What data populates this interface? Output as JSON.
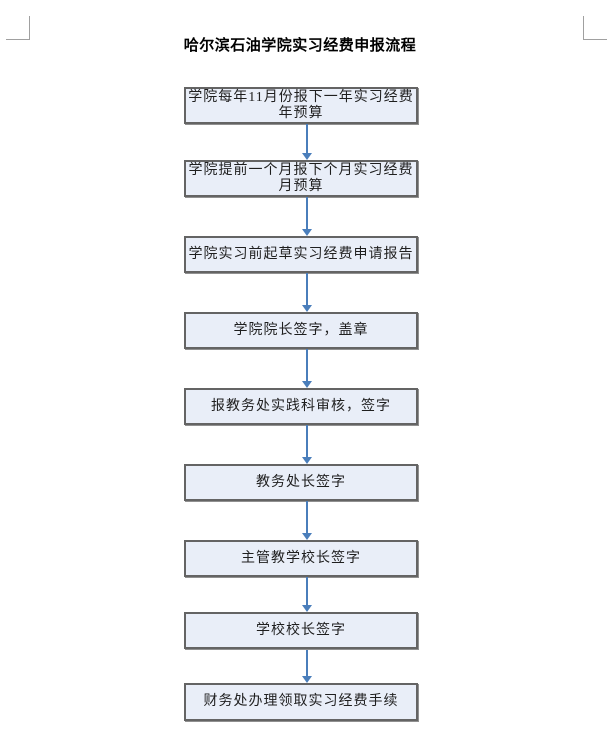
{
  "document": {
    "title": "哈尔滨石油学院实习经费申报流程"
  },
  "flowchart": {
    "type": "flowchart",
    "direction": "top-down",
    "steps": [
      "学院每年11月份报下一年实习经费年预算",
      "学院提前一个月报下个月实习经费月预算",
      "学院实习前起草实习经费申请报告",
      "学院院长签字，盖章",
      "报教务处实践科审核，签字",
      "教务处长签字",
      "主管教学校长签字",
      "学校校长签字",
      "财务处办理领取实习经费手续"
    ],
    "colors": {
      "connector": "#4a7ebb",
      "box_fill": "#e9eef8",
      "box_border": "#646464"
    }
  }
}
